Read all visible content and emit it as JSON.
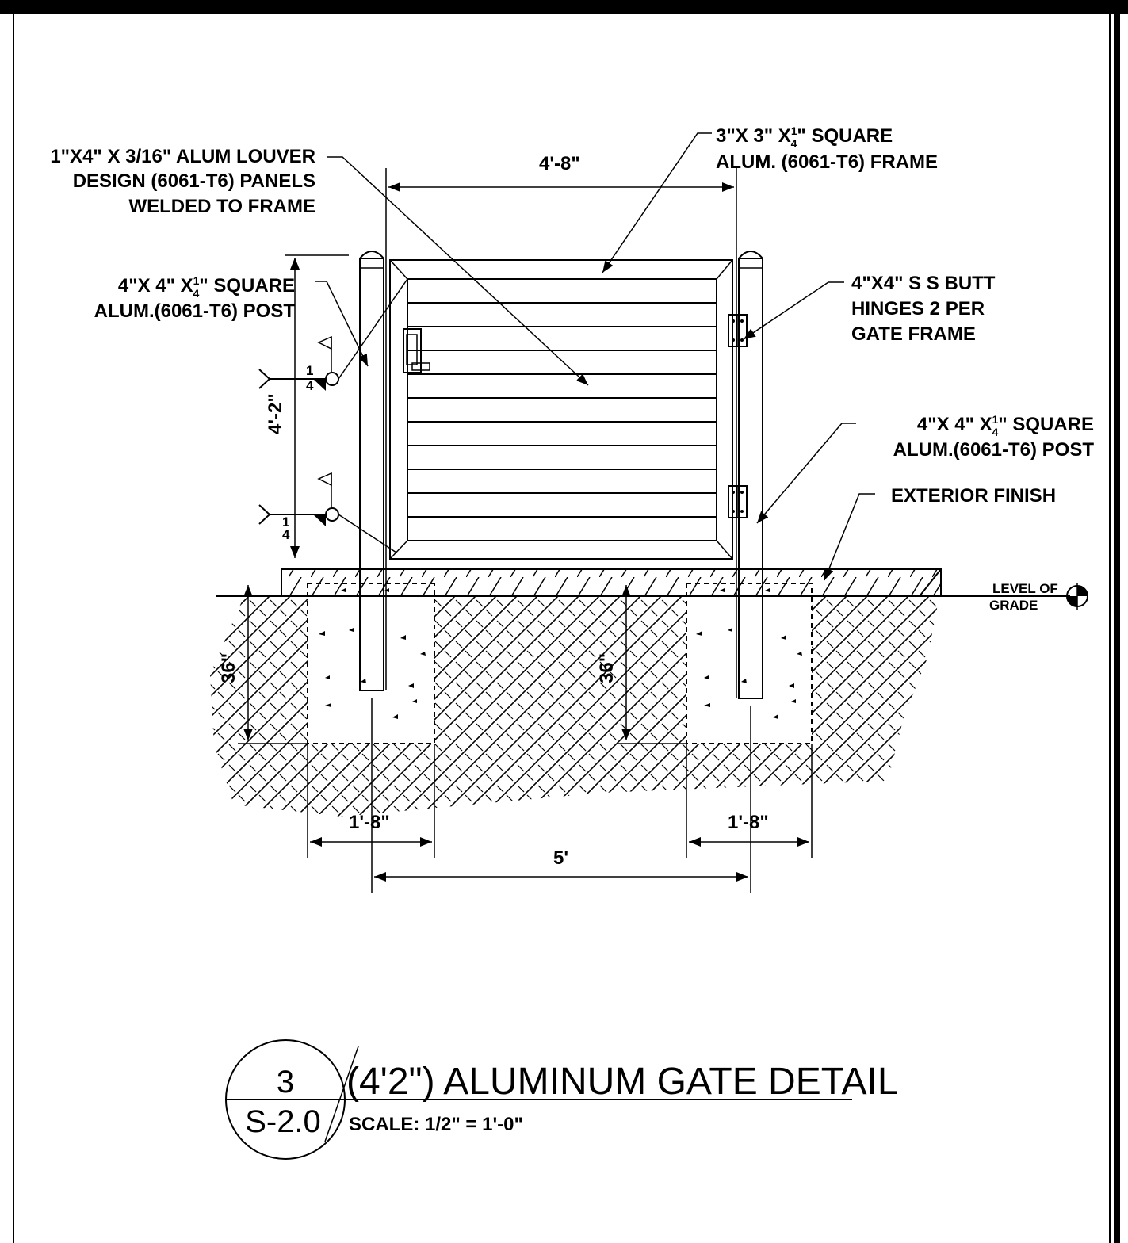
{
  "callouts": {
    "louver_line1": "1\"X4\" X 3/16\" ALUM LOUVER",
    "louver_line2": "DESIGN (6061-T6) PANELS",
    "louver_line3": "WELDED TO FRAME",
    "frame_line1_pre": "3\"X 3\" X",
    "frame_line1_post": "\" SQUARE",
    "frame_line2": "ALUM. (6061-T6) FRAME",
    "post_left_line1_pre": "4\"X 4\" X",
    "post_left_line1_post": "\" SQUARE",
    "post_left_line2": "ALUM.(6061-T6) POST",
    "hinge_line1": "4\"X4\" S S BUTT",
    "hinge_line2": "HINGES 2 PER",
    "hinge_line3": "GATE FRAME",
    "post_right_line1_pre": "4\"X 4\" X",
    "post_right_line1_post": "\" SQUARE",
    "post_right_line2": "ALUM.(6061-T6) POST",
    "exterior_finish": "EXTERIOR FINISH",
    "grade_line1": "LEVEL OF",
    "grade_line2": "GRADE",
    "frac_num": "1",
    "frac_den": "4"
  },
  "dimensions": {
    "gate_width": "4'-8\"",
    "gate_height": "4'-2\"",
    "depth_left": "36\"",
    "depth_right": "36\"",
    "footing_left": "1'-8\"",
    "footing_right": "1'-8\"",
    "post_spacing": "5'"
  },
  "title_block": {
    "detail_number": "3",
    "sheet_number": "S-2.0",
    "title": "(4'2\") ALUMINUM GATE DETAIL",
    "scale": "SCALE: 1/2\" = 1'-0\""
  },
  "louver_count": 11
}
